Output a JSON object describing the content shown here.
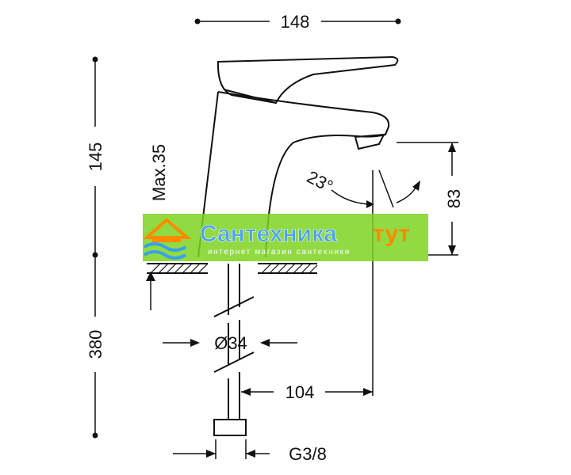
{
  "dimensions": {
    "width_top": "148",
    "height_upper": "145",
    "height_lower": "380",
    "max_thickness": "Max.35",
    "angle": "23°",
    "spout_height": "83",
    "diameter": "Ø34",
    "reach": "104",
    "thread": "G3/8"
  },
  "watermark": {
    "title_main": "Сантехника",
    "title_accent": "тут",
    "subtitle": "интернет магазин сантехники",
    "colors": {
      "band": "#7ed321",
      "title": "#4aa3e8",
      "accent": "#ff8a00",
      "house": "#ff8a00",
      "wave": "#3aa0e8"
    }
  }
}
